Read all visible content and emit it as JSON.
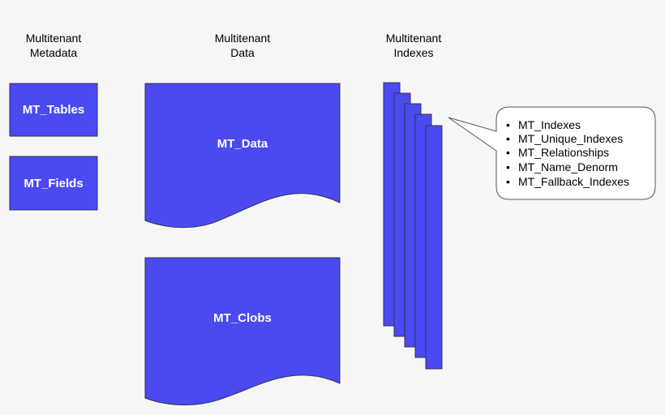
{
  "colors": {
    "background": "#f6f6f6",
    "box_fill": "#4a4af0",
    "box_stroke": "#333355",
    "label_text": "#ffffff",
    "heading_text": "#000000",
    "callout_fill": "#ffffff",
    "callout_stroke": "#555555"
  },
  "columns": {
    "metadata": {
      "line1": "Multitenant",
      "line2": "Metadata",
      "boxes": {
        "tables": "MT_Tables",
        "fields": "MT_Fields"
      }
    },
    "data": {
      "line1": "Multitenant",
      "line2": "Data",
      "documents": {
        "data": "MT_Data",
        "clobs": "MT_Clobs"
      }
    },
    "indexes": {
      "line1": "Multitenant",
      "line2": "Indexes"
    }
  },
  "callout": {
    "bullet": "•",
    "items": [
      "MT_Indexes",
      "MT_Unique_Indexes",
      "MT_Relationships",
      "MT_Name_Denorm",
      "MT_Fallback_Indexes"
    ]
  }
}
